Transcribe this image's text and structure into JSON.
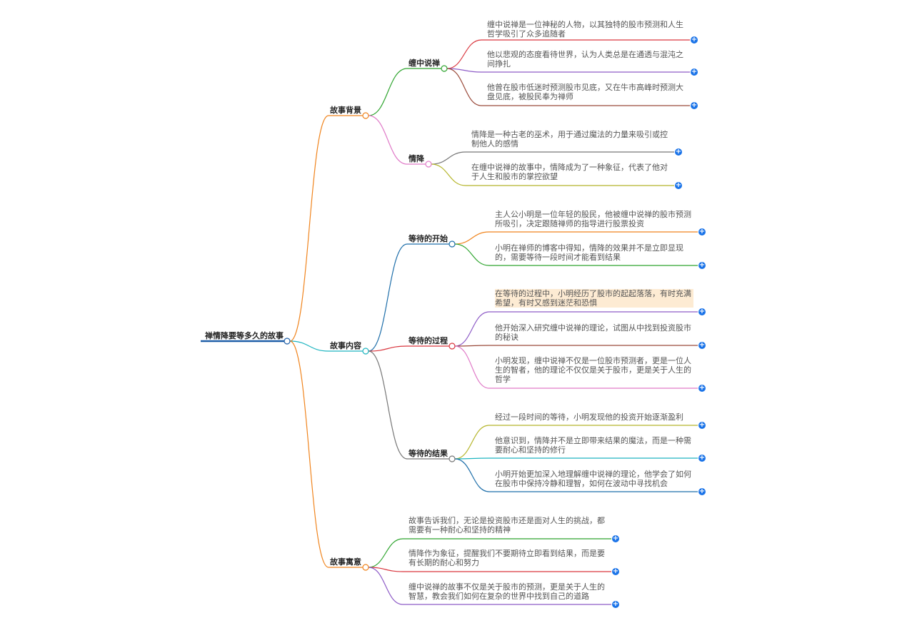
{
  "root": {
    "label": "禅情降要等多久的故事",
    "color": "#1f5fa8"
  },
  "branches": [
    {
      "id": "bg",
      "label": "故事背景",
      "color": "#f0841d",
      "children": [
        {
          "id": "bg1",
          "label": "缠中说禅",
          "color": "#2fa52f",
          "leaves": [
            {
              "text": "缠中说禅是一位神秘的人物，以其独特的股市预测和人生哲学吸引了众多追随者",
              "color": "#d9363e"
            },
            {
              "text": "他以悲观的态度看待世界，认为人类总是在通透与混沌之间挣扎",
              "color": "#8e5cc7"
            },
            {
              "text": "他曾在股市低迷时预测股市见底，又在牛市高峰时预测大盘见底，被股民奉为禅师",
              "color": "#9a4a3a"
            }
          ]
        },
        {
          "id": "bg2",
          "label": "情降",
          "color": "#e07bc8",
          "leaves": [
            {
              "text": "情降是一种古老的巫术，用于通过魔法的力量来吸引或控制他人的感情",
              "color": "#777777"
            },
            {
              "text": "在缠中说禅的故事中，情降成为了一种象征，代表了他对于人生和股市的掌控欲望",
              "color": "#b5b52a"
            }
          ]
        }
      ]
    },
    {
      "id": "content",
      "label": "故事内容",
      "color": "#1fb5c0",
      "children": [
        {
          "id": "c1",
          "label": "等待的开始",
          "color": "#1f6faa",
          "leaves": [
            {
              "text": "主人公小明是一位年轻的股民，他被缠中说禅的股市预测所吸引，决定跟随禅师的指导进行股票投资",
              "color": "#f0841d"
            },
            {
              "text": "小明在禅师的博客中得知，情降的效果并不是立即显现的，需要等待一段时间才能看到结果",
              "color": "#2fa52f"
            }
          ]
        },
        {
          "id": "c2",
          "label": "等待的过程",
          "color": "#d9363e",
          "leaves": [
            {
              "text": "在等待的过程中，小明经历了股市的起起落落，有时充满希望，有时又感到迷茫和恐惧",
              "color": "#8e5cc7",
              "highlight": true
            },
            {
              "text": "他开始深入研究缠中说禅的理论，试图从中找到投资股市的秘诀",
              "color": "#9a4a3a"
            },
            {
              "text": "小明发现，缠中说禅不仅是一位股市预测者，更是一位人生的智者，他的理论不仅仅是关于股市，更是关于人生的哲学",
              "color": "#e07bc8"
            }
          ]
        },
        {
          "id": "c3",
          "label": "等待的结果",
          "color": "#777777",
          "leaves": [
            {
              "text": "经过一段时间的等待，小明发现他的投资开始逐渐盈利",
              "color": "#b5b52a"
            },
            {
              "text": "他意识到，情降并不是立即带来结果的魔法，而是一种需要耐心和坚持的修行",
              "color": "#1fb5c0"
            },
            {
              "text": "小明开始更加深入地理解缠中说禅的理论，他学会了如何在股市中保持冷静和理智，如何在波动中寻找机会",
              "color": "#1f6faa"
            }
          ]
        }
      ]
    },
    {
      "id": "moral",
      "label": "故事寓意",
      "color": "#f0841d",
      "leaves": [
        {
          "text": "故事告诉我们，无论是投资股市还是面对人生的挑战，都需要有一种耐心和坚持的精神",
          "color": "#2fa52f"
        },
        {
          "text": "情降作为象征，提醒我们不要期待立即看到结果，而是要有长期的耐心和努力",
          "color": "#d9363e"
        },
        {
          "text": "缠中说禅的故事不仅是关于股市的预测，更是关于人生的智慧，教会我们如何在复杂的世界中找到自己的道路",
          "color": "#8e5cc7"
        }
      ]
    }
  ],
  "expand_symbol": "+"
}
